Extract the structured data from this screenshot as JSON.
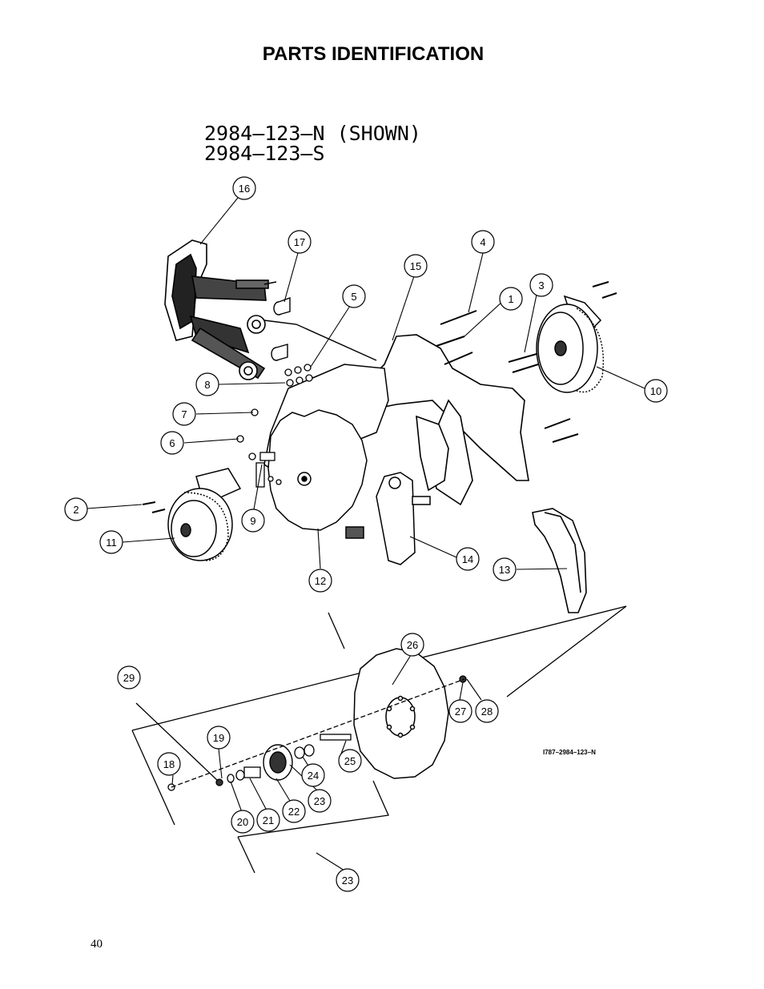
{
  "page": {
    "title": "PARTS IDENTIFICATION",
    "page_number": "40"
  },
  "drawing": {
    "model_line_1": "2984–123–N (SHOWN)",
    "model_line_2": "2984–123–S",
    "drawing_number": "I787–2984–123–N"
  },
  "callouts": [
    "1",
    "2",
    "3",
    "4",
    "5",
    "6",
    "7",
    "8",
    "9",
    "10",
    "11",
    "12",
    "13",
    "14",
    "15",
    "16",
    "17",
    "18",
    "19",
    "20",
    "21",
    "22",
    "23",
    "24",
    "25",
    "26",
    "27",
    "28",
    "29",
    "23"
  ]
}
